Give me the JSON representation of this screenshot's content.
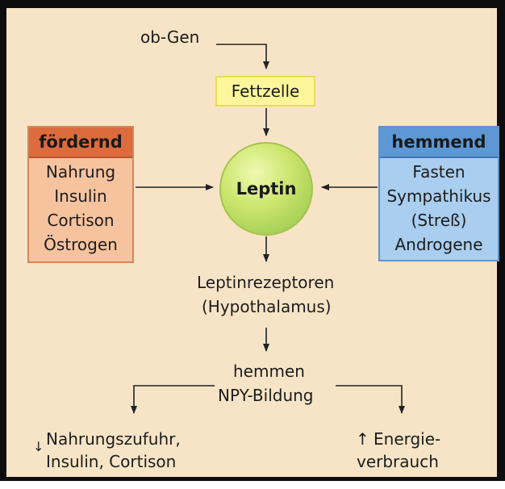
{
  "diagram": {
    "top_input": "ob-Gen",
    "cell": "Fettzelle",
    "hormone": "Leptin",
    "promoting": {
      "title": "fördernd",
      "items": [
        "Nahrung",
        "Insulin",
        "Cortison",
        "Östrogen"
      ]
    },
    "inhibiting": {
      "title": "hemmend",
      "items": [
        "Fasten",
        "Sympathikus",
        "(Streß)",
        "Androgene"
      ]
    },
    "receptor": {
      "line1": "Leptinrezeptoren",
      "line2": "(Hypothalamus)"
    },
    "effect": {
      "line1": "hemmen",
      "line2": "NPY-Bildung"
    },
    "outcome_left": {
      "symbol": "↓",
      "line1": "Nahrungszufuhr,",
      "line2": "Insulin, Cortison"
    },
    "outcome_right": {
      "symbol": "↑",
      "line1": "Energie-",
      "line2": "verbrauch"
    },
    "colors": {
      "background": "#f7e4c6",
      "frame": "#0d0d0d",
      "cell_fill": "#fdf69a",
      "leptin_fill": "#b7d85a",
      "promoting_header": "#dc6b3e",
      "promoting_body": "#f7c39e",
      "inhibiting_header": "#5d98d4",
      "inhibiting_body": "#a9cef0"
    }
  }
}
